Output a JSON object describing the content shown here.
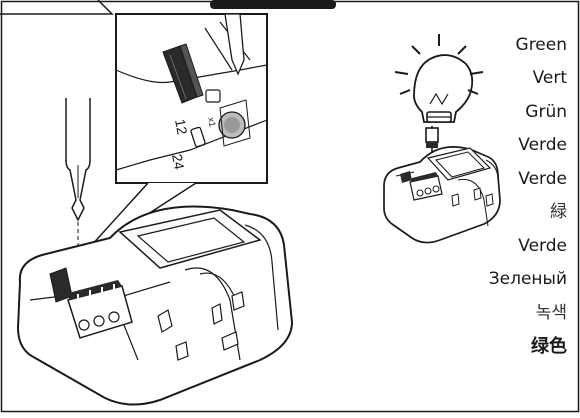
{
  "inset": {
    "terminal_marks": [
      "12",
      "24"
    ]
  },
  "color_labels": [
    "Green",
    "Vert",
    "Grün",
    "Verde",
    "Verde",
    "緑",
    "Verde",
    "Зеленый",
    "녹색",
    "绿色"
  ],
  "icons": [
    "screwdriver-icon",
    "light-bulb-icon",
    "jumper-icon"
  ],
  "colors": {
    "line": "#1a1a1a",
    "fill_light": "#f2f2f2",
    "fill_mid": "#cfcfcf",
    "fill_dark": "#2a2a2a",
    "background": "#ffffff"
  }
}
